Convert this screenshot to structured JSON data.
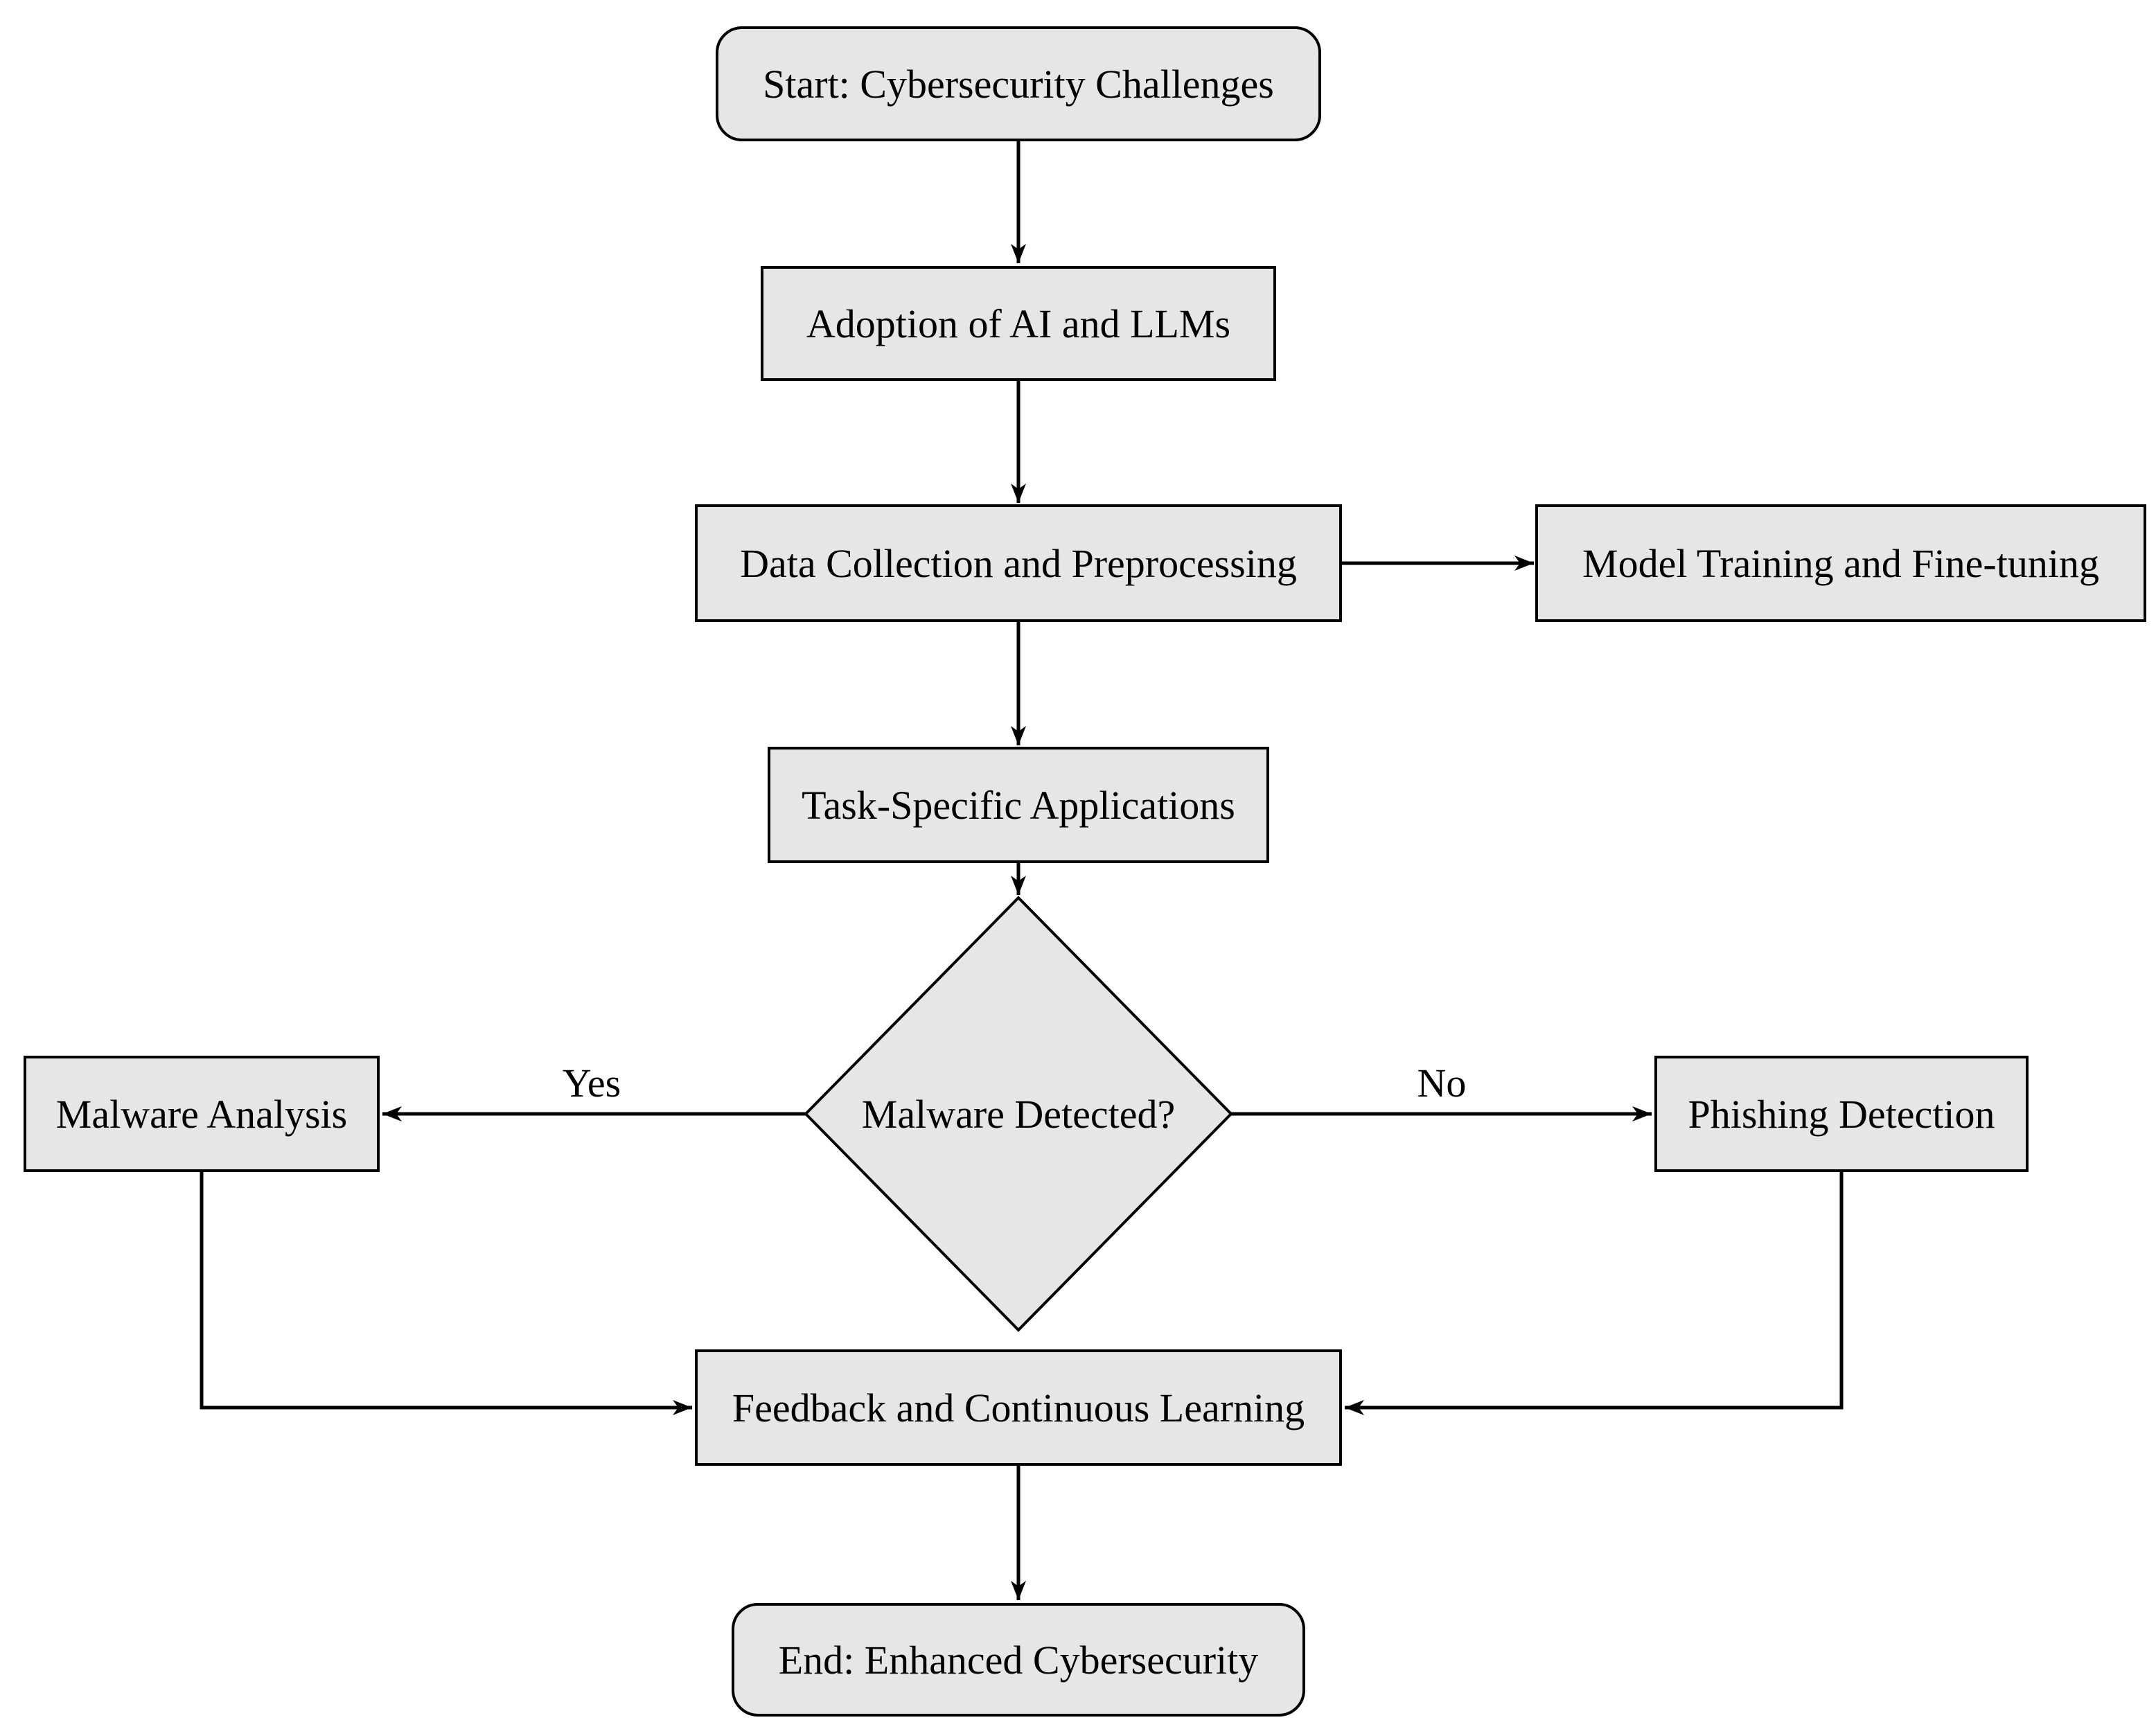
{
  "diagram": {
    "type": "flowchart",
    "colors": {
      "background": "#ffffff",
      "node_fill": "#e6e6e6",
      "node_stroke": "#000000",
      "arrow": "#000000",
      "text": "#000000"
    },
    "nodes": {
      "start": {
        "label": "Start: Cybersecurity Challenges",
        "shape": "rounded-rectangle"
      },
      "adoption": {
        "label": "Adoption of AI and LLMs",
        "shape": "rectangle"
      },
      "data_collection": {
        "label": "Data Collection and Preprocessing",
        "shape": "rectangle"
      },
      "model_training": {
        "label": "Model Training and Fine-tuning",
        "shape": "rectangle"
      },
      "task_specific": {
        "label": "Task-Specific Applications",
        "shape": "rectangle"
      },
      "decision": {
        "label": "Malware Detected?",
        "shape": "diamond"
      },
      "malware_analysis": {
        "label": "Malware Analysis",
        "shape": "rectangle"
      },
      "phishing_detection": {
        "label": "Phishing Detection",
        "shape": "rectangle"
      },
      "feedback": {
        "label": "Feedback and Continuous Learning",
        "shape": "rectangle"
      },
      "end": {
        "label": "End: Enhanced Cybersecurity",
        "shape": "rounded-rectangle"
      }
    },
    "edge_labels": {
      "yes": "Yes",
      "no": "No"
    },
    "edges": [
      {
        "from": "start",
        "to": "adoption",
        "label": ""
      },
      {
        "from": "adoption",
        "to": "data_collection",
        "label": ""
      },
      {
        "from": "data_collection",
        "to": "model_training",
        "label": ""
      },
      {
        "from": "data_collection",
        "to": "task_specific",
        "label": ""
      },
      {
        "from": "task_specific",
        "to": "decision",
        "label": ""
      },
      {
        "from": "decision",
        "to": "malware_analysis",
        "label": "Yes"
      },
      {
        "from": "decision",
        "to": "phishing_detection",
        "label": "No"
      },
      {
        "from": "malware_analysis",
        "to": "feedback",
        "label": ""
      },
      {
        "from": "phishing_detection",
        "to": "feedback",
        "label": ""
      },
      {
        "from": "feedback",
        "to": "end",
        "label": ""
      }
    ]
  }
}
